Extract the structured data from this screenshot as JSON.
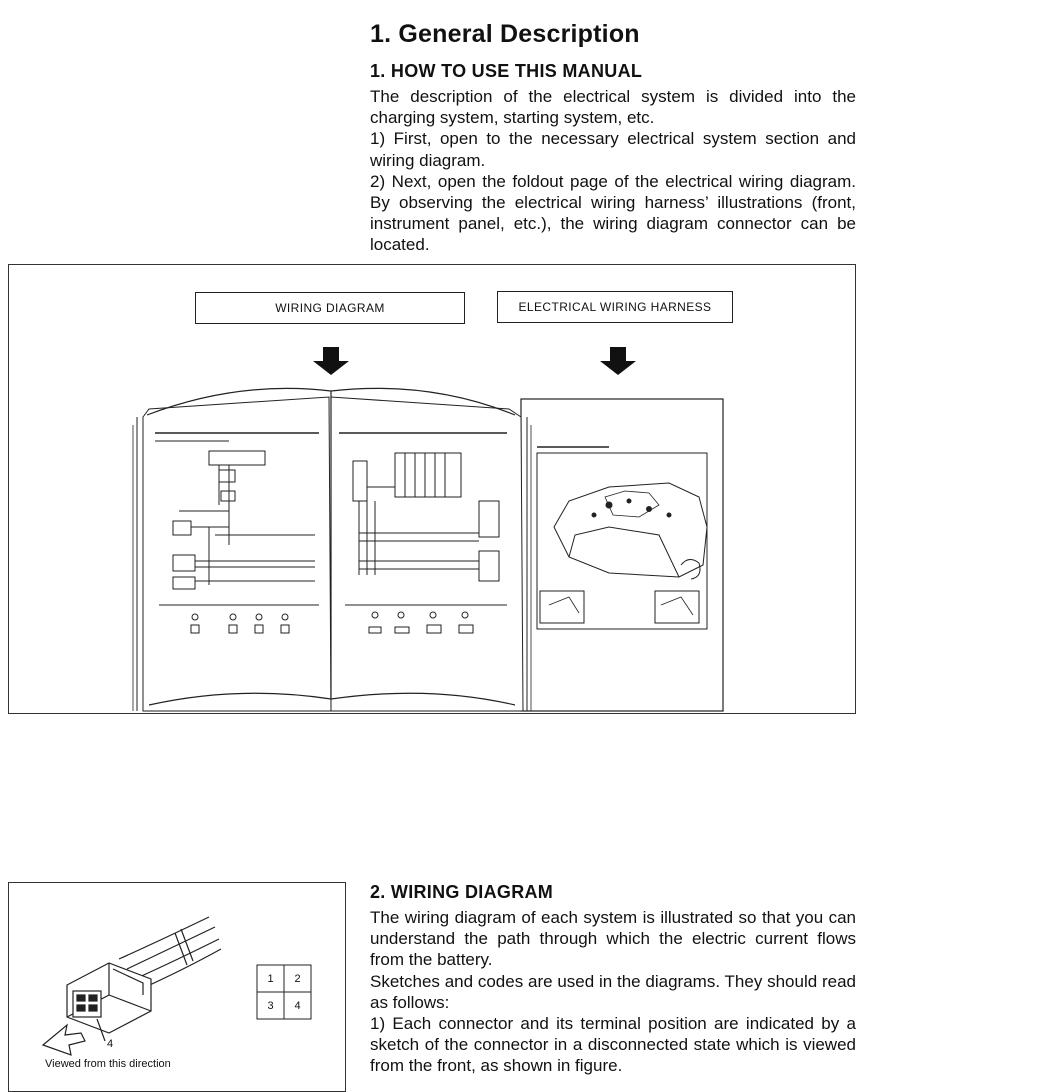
{
  "section": {
    "title": "1.  General Description"
  },
  "how_to_use": {
    "heading": "1.  HOW TO USE THIS MANUAL",
    "paragraphs": [
      "The description of the electrical system is divided into the charging system, starting system, etc.",
      "1)  First, open to the necessary electrical system section and wiring diagram.",
      "2)  Next, open the foldout page of the electrical wiring diagram. By observing the electrical wiring harness’ illustrations (front, instrument panel, etc.), the wiring diagram connector can be located."
    ]
  },
  "figure1": {
    "label_left": "WIRING DIAGRAM",
    "label_right": "ELECTRICAL WIRING HARNESS"
  },
  "wiring_diagram": {
    "heading": "2.  WIRING DIAGRAM",
    "paragraphs": [
      "The wiring diagram of each system is illustrated so that you can understand the path through which the electric current flows from the battery.",
      "Sketches and codes are used in the diagrams. They should read as follows:",
      "1)  Each connector and its terminal position are indicated by a sketch of the connector in a disconnected state which is viewed from the front, as shown in figure."
    ]
  },
  "figure2": {
    "caption": "Viewed from this direction",
    "callout": "4",
    "terminals": [
      "1",
      "2",
      "3",
      "4"
    ]
  }
}
